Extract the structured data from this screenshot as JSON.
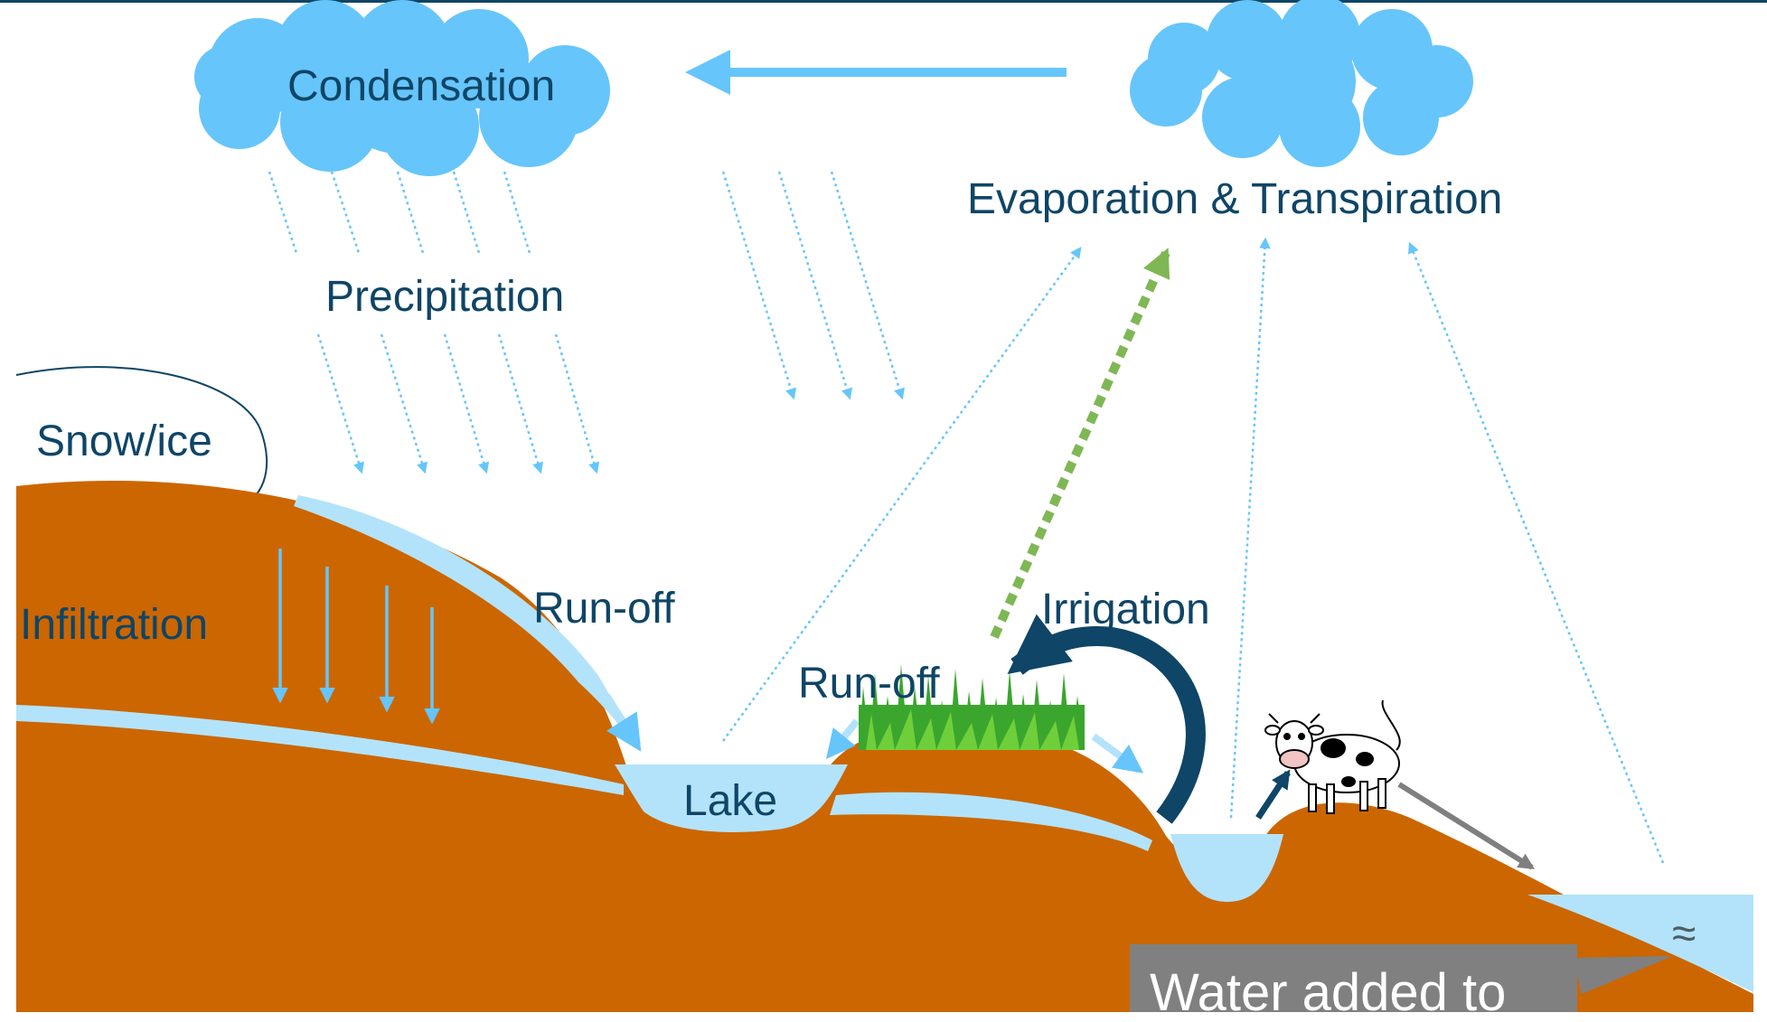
{
  "labels": {
    "condensation": "Condensation",
    "evaporation": "Evaporation & Transpiration",
    "precipitation": "Precipitation",
    "snow_ice": "Snow/ice",
    "infiltration": "Infiltration",
    "runoff_left": "Run-off",
    "runoff_middle": "Run-off",
    "irrigation": "Irrigation",
    "lake": "Lake"
  },
  "callout": {
    "text": "Water added to",
    "wave_glyph": "≈"
  },
  "colors": {
    "text": "#0f4566",
    "cloud": "#66c5fb",
    "water": "#b3e3fa",
    "earth": "#cc6600",
    "arrow_light": "#66c5fb",
    "arrow_dark": "#0f4566",
    "transpiration_arrow": "#7fb755",
    "grass": "#3aa62e",
    "grey_arrow": "#7f7f7f",
    "callout_bg": "#808080",
    "rule": "#0f4566"
  },
  "icons": [
    "cloud-icon",
    "cow-icon",
    "grass-icon",
    "wave-icon"
  ]
}
